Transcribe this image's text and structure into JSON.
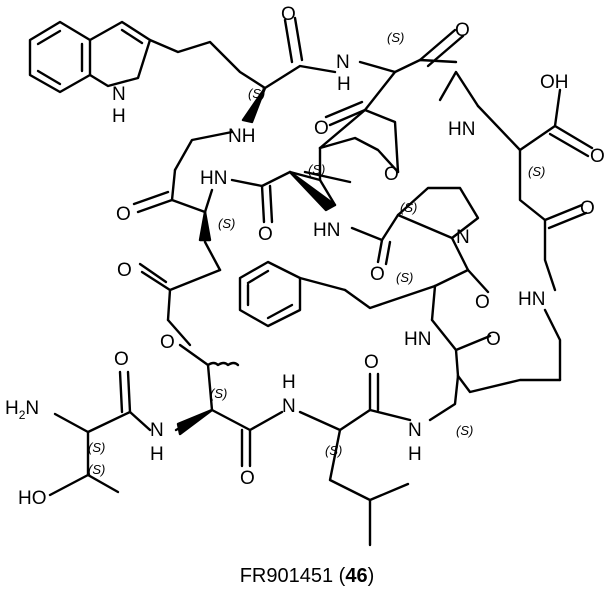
{
  "atoms": {
    "n_indole": "N",
    "h_indole": "H",
    "amide_nh_1": "N",
    "amide_nh_1_h": "H",
    "o_amide_1": "O",
    "o_amide_2": "O",
    "oh_acid": "OH",
    "o_acid": "O",
    "nh_asp": "HN",
    "nh_trp": "NH",
    "o_ester_1": "O",
    "o_ester_ring": "O",
    "hn_ser": "HN",
    "o_amide_3": "O",
    "o_amide_4": "O",
    "hn_pro": "HN",
    "n_pro": "N",
    "o_amide_5": "O",
    "o_amide_6": "O",
    "o_amide_7": "O",
    "hn_orn": "HN",
    "hn_phe": "HN",
    "o_amide_8": "O",
    "o_ester_2": "O",
    "o_ester_3": "O",
    "h2n_label": "H",
    "h2n_sub": "2",
    "h2n_n": "N",
    "o_thr": "O",
    "n_thr": "N",
    "n_thr_h": "H",
    "o_amide_9": "O",
    "n_leu": "N",
    "n_leu_h": "H",
    "o_leu": "O",
    "n_lys": "N",
    "n_lys_h": "H",
    "ho_thr": "HO"
  },
  "stereo_labels": [
    "(S)",
    "(S)",
    "(S)",
    "(S)",
    "(S)",
    "(S)",
    "(S)",
    "(S)",
    "(S)",
    "(S)",
    "(S)",
    "(S)"
  ],
  "caption": {
    "name": "FR901451 (",
    "number": "46",
    "close": ")"
  }
}
